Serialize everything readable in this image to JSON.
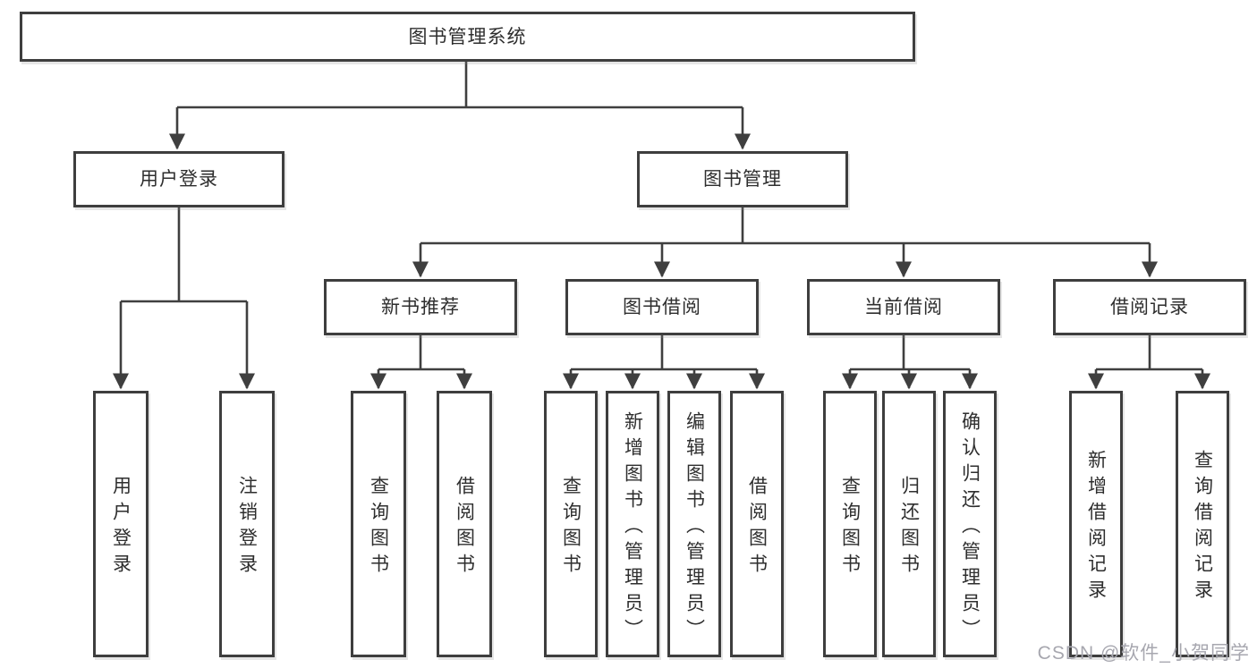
{
  "diagram": {
    "root": {
      "label": "图书管理系统"
    },
    "level2": [
      {
        "label": "用户登录"
      },
      {
        "label": "图书管理"
      }
    ],
    "level3": [
      {
        "label": "新书推荐"
      },
      {
        "label": "图书借阅"
      },
      {
        "label": "当前借阅"
      },
      {
        "label": "借阅记录"
      }
    ],
    "leaves": {
      "user_login": [
        "用户登录",
        "注销登录"
      ],
      "new_book": [
        "查询图书",
        "借阅图书"
      ],
      "book_borrow": [
        "查询图书",
        "新增图书（管理员）",
        "编辑图书（管理员）",
        "借阅图书"
      ],
      "current_borrow": [
        "查询图书",
        "归还图书",
        "确认归还（管理员）"
      ],
      "borrow_record": [
        "新增借阅记录",
        "查询借阅记录"
      ]
    }
  },
  "watermark": {
    "text": "CSDN @软件_小贺同学"
  },
  "colors": {
    "line": "#3f3f3f",
    "box_border": "#3e3e3e",
    "text": "#2e2e2e",
    "watermark": "#a7a7af",
    "background": "#ffffff"
  }
}
